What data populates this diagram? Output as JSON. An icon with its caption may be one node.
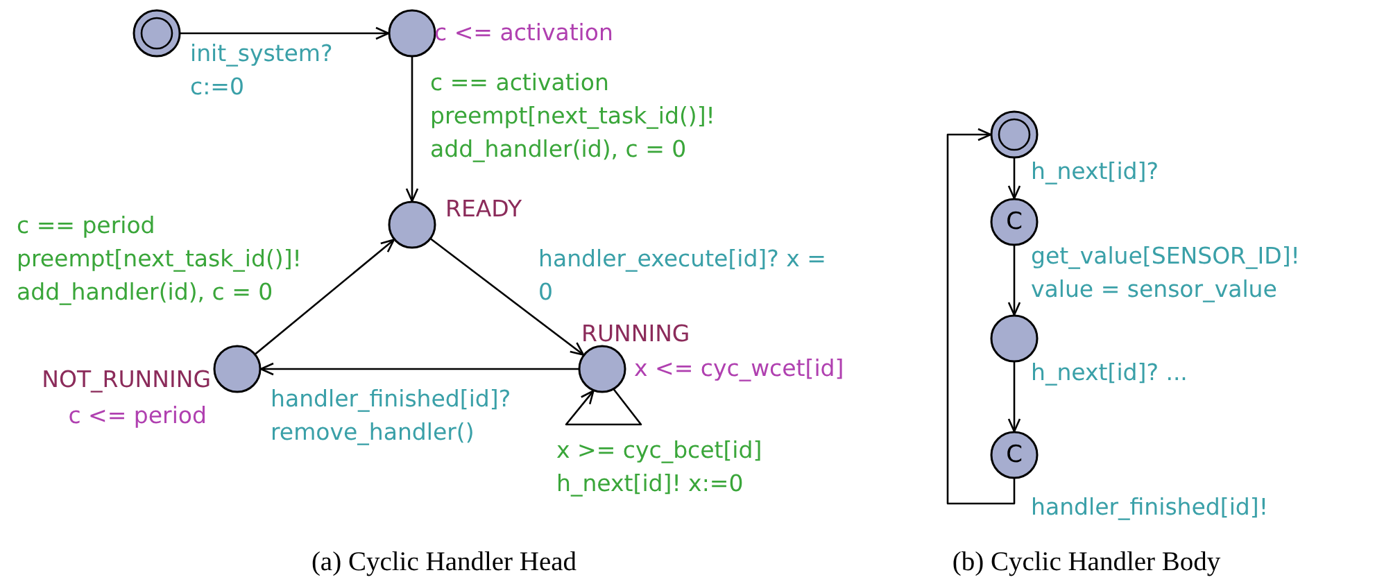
{
  "diagram": {
    "nodes": [
      {
        "text": [],
        "shape": "circle"
      },
      {
        "text": [],
        "shape": "circle",
        "beside": [
          "c <= activation"
        ]
      },
      {
        "text": [],
        "shape": "circle",
        "beside": [
          "READY"
        ]
      },
      {
        "text": [],
        "shape": "circle",
        "beside": [
          "NOT_RUNNING",
          "c <= period"
        ]
      },
      {
        "text": [],
        "shape": "circle",
        "beside": [
          "RUNNING",
          "x <= cyc_wcet[id]"
        ]
      },
      {
        "text": [],
        "shape": "circle"
      },
      {
        "text": [
          "C"
        ]
      },
      {
        "text": [],
        "shape": "circle"
      },
      {
        "text": [
          "C"
        ]
      }
    ],
    "edges": [
      {
        "from": 0,
        "to": 1,
        "arrow": "to",
        "label": "init_system? c:=0"
      },
      {
        "from": 1,
        "to": 2,
        "arrow": "to",
        "label": "c == activation preempt[next_task_id()]! add_handler(id), c = 0"
      },
      {
        "from": 2,
        "to": 4,
        "arrow": "to",
        "label": "handler_execute[id]? x = 0"
      },
      {
        "from": 4,
        "to": 3,
        "arrow": "to",
        "label": "handler_finished[id]? remove_handler()"
      },
      {
        "from": 3,
        "to": 2,
        "arrow": "to",
        "label": "c == period preempt[next_task_id()]! add_handler(id), c = 0"
      },
      {
        "from": 4,
        "to": 4,
        "arrow": "to",
        "label": "x >= cyc_bcet[id] h_next[id]! x:=0"
      },
      {
        "from": 5,
        "to": 6,
        "arrow": "to",
        "label": "h_next[id]?"
      },
      {
        "from": 6,
        "to": 7,
        "arrow": "to",
        "label": "get_value[SENSOR_ID]! value = sensor_value"
      },
      {
        "from": 7,
        "to": 8,
        "arrow": "to",
        "label": "h_next[id]? ..."
      },
      {
        "from": 8,
        "to": 5,
        "arrow": "to",
        "label": "handler_finished[id]!"
      }
    ],
    "labels": [
      "(a) Cyclic Handler Head",
      "(b) Cyclic Handler Body"
    ]
  }
}
